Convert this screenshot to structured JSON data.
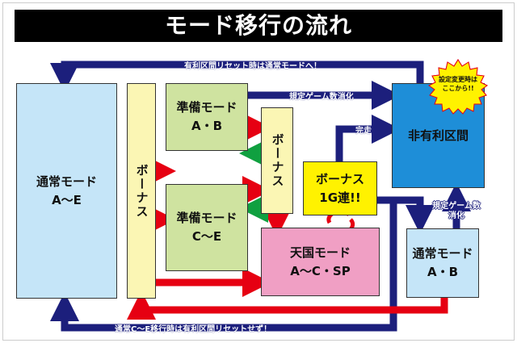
{
  "title": "モード移行の流れ",
  "boxes": {
    "normal_ae": {
      "name": "通常モード",
      "sub": "A〜E"
    },
    "bonus_col": "ボーナス",
    "prep_ab": {
      "name": "準備モード",
      "sub": "A・B"
    },
    "prep_ce": {
      "name": "準備モード",
      "sub": "C〜E"
    },
    "bonus_small": "ボーナス",
    "bonus_1g": {
      "name": "ボーナス",
      "sub": "1G連!!"
    },
    "heaven": {
      "name": "天国モード",
      "sub": "A〜C・SP"
    },
    "non_adv": "非有利区間",
    "normal_ab": {
      "name": "通常モード",
      "sub": "A・B"
    }
  },
  "labels": {
    "top": "有利区間リセット時は通常モードへ！",
    "games": "規定ゲーム数消化",
    "complete": "完走",
    "games2a": "規定ゲーム数",
    "games2b": "消化",
    "bottom": "通常C〜E移行時は有利区間リセットせず！",
    "star_a": "設定変更時は",
    "star_b": "ここから!!"
  },
  "colors": {
    "navy": "#1c1f7c",
    "red": "#e60012",
    "green": "#10a040"
  }
}
